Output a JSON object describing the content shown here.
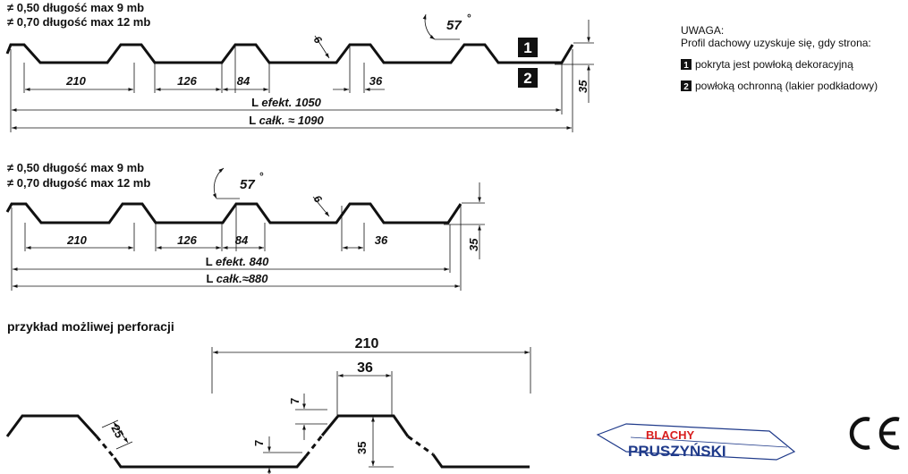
{
  "profile_top": {
    "thickness_lines": [
      "≠  0,50   długość max 9 mb",
      "≠  0,70   długość max 12 mb"
    ],
    "angle": "57",
    "deg": "°",
    "radius": "6",
    "dims": {
      "d210": "210",
      "d126": "126",
      "d84": "84",
      "d36": "36",
      "height": "35"
    },
    "l_eff_prefix": "L ",
    "l_eff": "efekt. 1050",
    "l_tot_prefix": "L ",
    "l_tot_label": "całk.",
    "l_tot_value": " ≈  1090",
    "badge1": "1",
    "badge2": "2"
  },
  "note": {
    "title": "UWAGA:",
    "subtitle": "Profil dachowy uzyskuje się, gdy strona:",
    "item1_num": "1",
    "item1_text": "pokryta jest powłoką dekoracyjną",
    "item2_num": "2",
    "item2_text": "powłoką ochronną (lakier podkładowy)"
  },
  "profile_bottom": {
    "thickness_lines": [
      "≠  0,50   długość max 9 mb",
      "≠  0,70   długość max 12 mb"
    ],
    "angle": "57",
    "deg": "°",
    "radius": "6",
    "dims": {
      "d210": "210",
      "d126": "126",
      "d84": "84",
      "d36": "36",
      "height": "35"
    },
    "l_eff_prefix": "L ",
    "l_eff": "efekt. 840",
    "l_tot_prefix": "L ",
    "l_tot": "całk.≈880"
  },
  "perforation": {
    "title": "przykład możliwej perforacji",
    "d210": "210",
    "d36": "36",
    "d25": "25",
    "d7a": "7",
    "d7b": "7",
    "d35": "35"
  },
  "logo": {
    "line1": "BLACHY",
    "line2": "PRUSZYŃSKI"
  },
  "ce_mark": "CE",
  "colors": {
    "ink": "#111111",
    "logo_red": "#d81e1e",
    "logo_blue": "#1f3a8a"
  }
}
